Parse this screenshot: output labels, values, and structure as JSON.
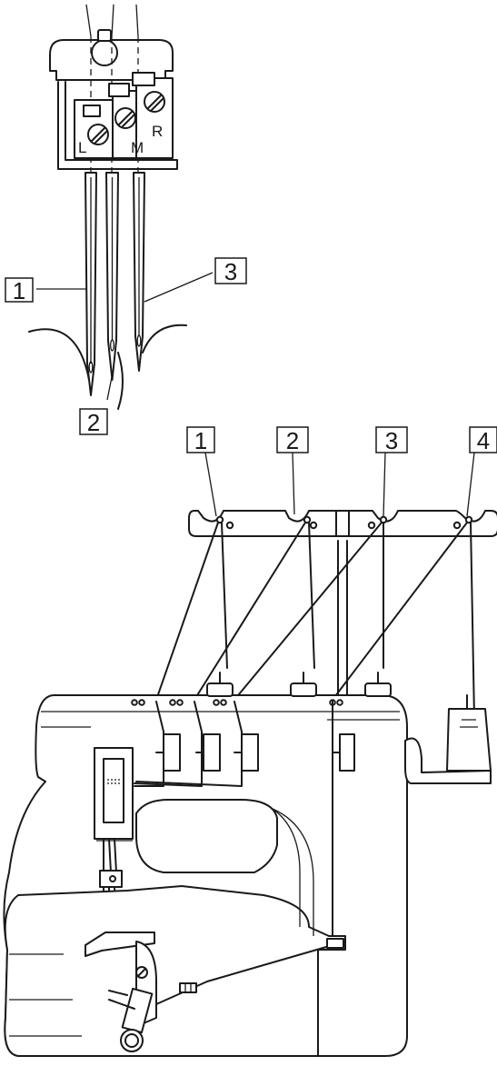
{
  "needle_clamp": {
    "letters": {
      "left": "L",
      "middle": "M",
      "right": "R"
    },
    "callouts": [
      "1",
      "2",
      "3"
    ]
  },
  "thread_stand": {
    "callouts": [
      "1",
      "2",
      "3",
      "4"
    ]
  }
}
